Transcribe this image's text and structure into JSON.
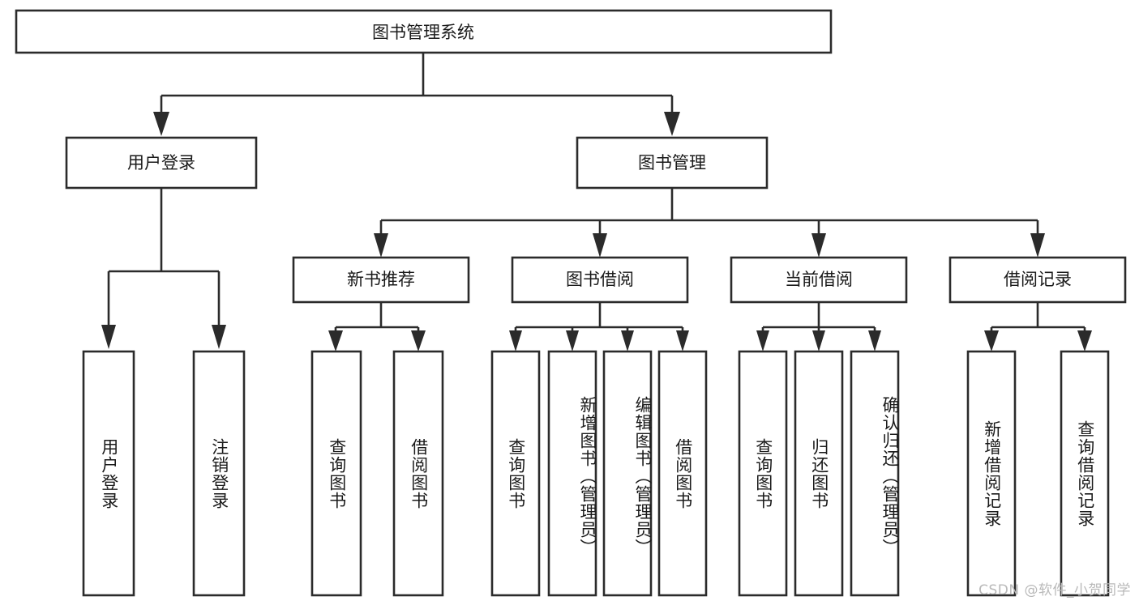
{
  "diagram": {
    "type": "tree-hierarchy-functional-decomposition",
    "root": {
      "label": "图书管理系统"
    },
    "level2": [
      {
        "label": "用户登录"
      },
      {
        "label": "图书管理"
      }
    ],
    "level3": [
      {
        "label": "新书推荐"
      },
      {
        "label": "图书借阅"
      },
      {
        "label": "当前借阅"
      },
      {
        "label": "借阅记录"
      }
    ],
    "leaves_user_login": [
      {
        "label": "用户登录"
      },
      {
        "label": "注销登录"
      }
    ],
    "leaves_new_book": [
      {
        "label": "查询图书"
      },
      {
        "label": "借阅图书"
      }
    ],
    "leaves_borrow": [
      {
        "label": "查询图书"
      },
      {
        "label": "新增图书（管理员）"
      },
      {
        "label": "编辑图书（管理员）"
      },
      {
        "label": "借阅图书"
      }
    ],
    "leaves_current": [
      {
        "label": "查询图书"
      },
      {
        "label": "归还图书"
      },
      {
        "label": "确认归还（管理员）"
      }
    ],
    "leaves_record": [
      {
        "label": "新增借阅记录"
      },
      {
        "label": "查询借阅记录"
      }
    ],
    "colors": {
      "stroke": "#2b2b2b",
      "fill": "#ffffff",
      "text": "#1a1a1a",
      "watermark": "#b9b9b9"
    }
  },
  "watermark": {
    "text": "CSDN @软件_小贺同学"
  }
}
